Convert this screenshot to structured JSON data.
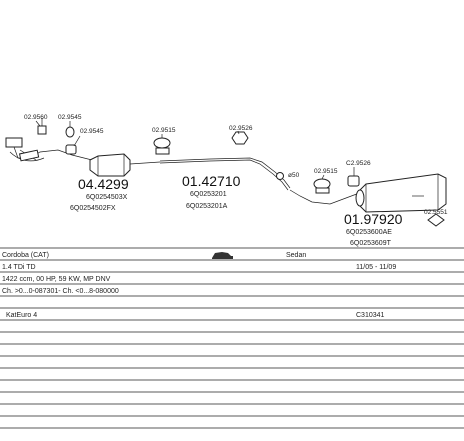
{
  "parts": {
    "p1": {
      "number": "04.4299",
      "ref1": "6Q0254503X",
      "ref2": "6Q0254502FX"
    },
    "p2": {
      "number": "01.42710",
      "ref1": "6Q0253201",
      "ref2": "6Q0253201A"
    },
    "p3": {
      "number": "01.97920",
      "ref1": "6Q0253600AE",
      "ref2": "6Q0253609T"
    }
  },
  "tags": {
    "t1": "02.9560",
    "t2": "02.9545",
    "t3": "02.9545",
    "t4": "02.9515",
    "t5": "02.9526",
    "t6": "02.9515",
    "t7": "C2.9526",
    "t8": "02.5551",
    "ring": "ø50"
  },
  "table": {
    "model": "Cordoba (CAT)",
    "body": "Sedan",
    "engine": "1.4 TDi TD",
    "years": "11/05 - 11/09",
    "spec": "1422 ccm, 00 HP, 59 KW, MP DNV",
    "chassis": "Ch. >0...0-087301- Ch. <0...8-080000",
    "emission": "KatEuro 4",
    "code": "C310341"
  }
}
